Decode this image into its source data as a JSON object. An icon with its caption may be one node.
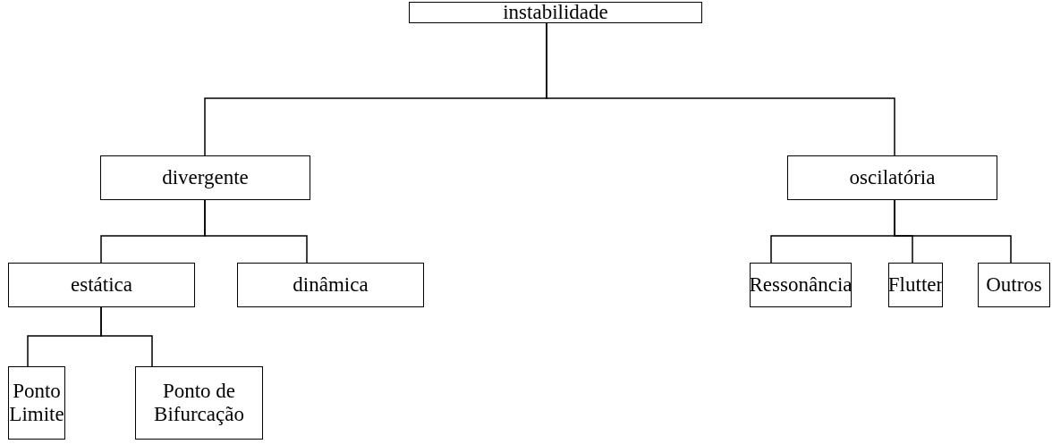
{
  "diagram": {
    "nodes": [
      {
        "text": [
          "instabilidade"
        ]
      },
      {
        "text": [
          "divergente"
        ]
      },
      {
        "text": [
          "oscilatória"
        ]
      },
      {
        "text": [
          "estática"
        ]
      },
      {
        "text": [
          "dinâmica"
        ]
      },
      {
        "text": [
          "Ressonância"
        ]
      },
      {
        "text": [
          "Flutter"
        ]
      },
      {
        "text": [
          "Outros"
        ]
      },
      {
        "text": [
          "Ponto Limite"
        ]
      },
      {
        "text": [
          "Ponto de Bifurcação"
        ]
      }
    ],
    "edges": [
      {
        "from": 0,
        "to": 1,
        "arrow": "none"
      },
      {
        "from": 0,
        "to": 2,
        "arrow": "none"
      },
      {
        "from": 1,
        "to": 3,
        "arrow": "none"
      },
      {
        "from": 1,
        "to": 4,
        "arrow": "none"
      },
      {
        "from": 2,
        "to": 5,
        "arrow": "none"
      },
      {
        "from": 2,
        "to": 6,
        "arrow": "none"
      },
      {
        "from": 2,
        "to": 7,
        "arrow": "none"
      },
      {
        "from": 3,
        "to": 8,
        "arrow": "none"
      },
      {
        "from": 3,
        "to": 9,
        "arrow": "none"
      }
    ]
  }
}
